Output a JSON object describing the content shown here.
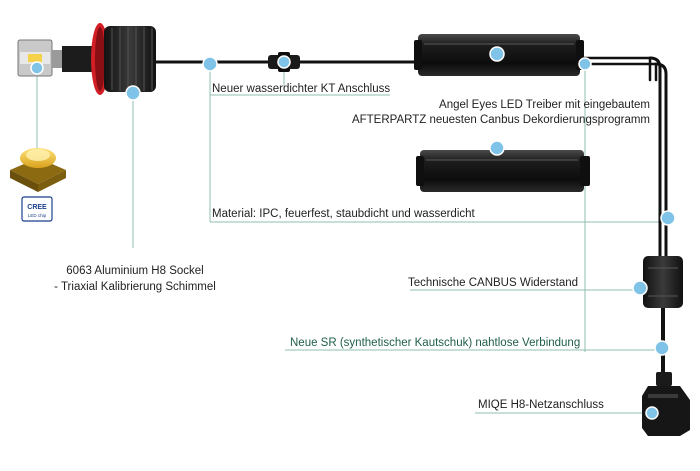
{
  "labels": {
    "kt_connector": "Neuer wasserdichter KT Anschluss",
    "driver_line1": "Angel Eyes LED Treiber mit eingebautem",
    "driver_line2": "AFTERPARTZ neuesten Canbus Dekordierungsprogramm",
    "material": "Material: IPC, feuerfest, staubdicht und wasserdicht",
    "socket_line1": "6063 Aluminium H8 Sockel",
    "socket_line2": "- Triaxial Kalibrierung Schimmel",
    "canbus_resistor": "Technische CANBUS Widerstand",
    "sr_joint": "Neue SR (synthetischer Kautschuk) nahtlose Verbindung",
    "h8_plug": "MIQE H8-Netzanschluss"
  },
  "badge": {
    "brand": "CREE",
    "sub": "LED chip"
  },
  "colors": {
    "callout_line": "#8fbfb0",
    "callout_dot": "#7fc3e8",
    "red_ring": "#d21f26",
    "black_body": "#151515",
    "label_green": "#1f5e4a"
  }
}
